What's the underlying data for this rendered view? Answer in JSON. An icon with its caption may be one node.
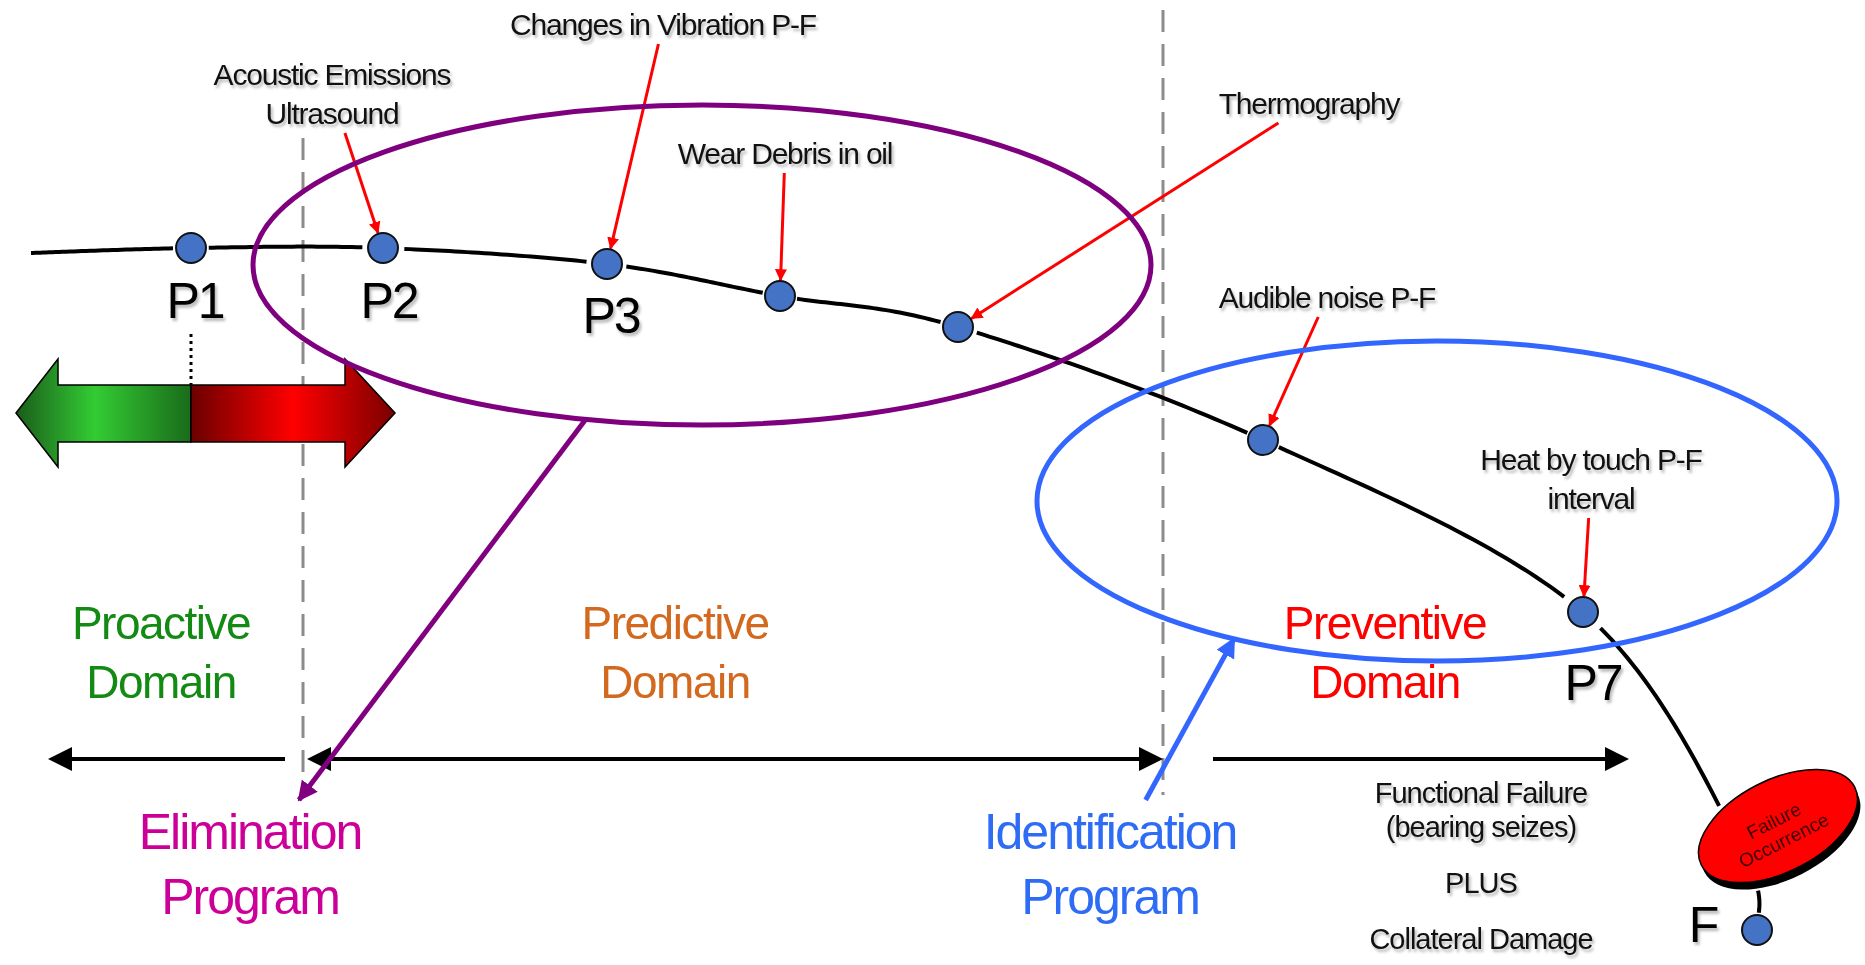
{
  "diagram": {
    "nodes": [
      {
        "text": [
          "Acoustic Emissions Ultrasound"
        ]
      },
      {
        "text": [
          "Changes in Vibration P-F"
        ]
      },
      {
        "text": [],
        "shape": "ellipse"
      },
      {
        "text": [
          "Wear Debris in oil"
        ],
        "in": 2
      },
      {
        "text": [
          "Thermography"
        ]
      },
      {
        "text": [],
        "shape": "circle",
        "beside": [
          "P1"
        ]
      },
      {
        "text": [],
        "shape": "circle",
        "beside": [
          "P2"
        ],
        "in": 2
      },
      {
        "text": [],
        "shape": "circle",
        "beside": [
          "P3"
        ],
        "in": 2
      },
      {
        "text": [],
        "shape": "circle",
        "in": 2
      },
      {
        "text": [],
        "shape": "circle",
        "in": 2
      },
      {
        "text": [
          "Audible noise P-F"
        ]
      },
      {
        "text": [],
        "shape": "ellipse"
      },
      {
        "text": [],
        "shape": "circle",
        "in": 11
      },
      {
        "text": [
          "Heat by touch P-F interval"
        ],
        "in": 11
      },
      {
        "text": [],
        "shape": "circle",
        "beside": [
          "P7"
        ],
        "in": 11
      },
      {
        "text": [
          "Elimination Program"
        ]
      },
      {
        "text": [
          "Identification Program"
        ]
      },
      {
        "text": [
          "Failure Occurrence"
        ]
      },
      {
        "text": [],
        "shape": "circle",
        "beside": [
          "F"
        ]
      }
    ],
    "edges": [
      {
        "from": 0,
        "to": 6,
        "arrow": "to",
        "color": "#ff0000"
      },
      {
        "from": 1,
        "to": 7,
        "arrow": "to",
        "color": "#ff0000"
      },
      {
        "from": 3,
        "to": 8,
        "arrow": "to",
        "color": "#ff0000"
      },
      {
        "from": 4,
        "to": 9,
        "arrow": "to",
        "color": "#ff0000"
      },
      {
        "from": 10,
        "to": 12,
        "arrow": "to",
        "color": "#ff0000"
      },
      {
        "from": 13,
        "to": 14,
        "arrow": "to",
        "color": "#ff0000"
      },
      {
        "from": 2,
        "to": 15,
        "arrow": "to",
        "color": "#800080"
      },
      {
        "from": 16,
        "to": 11,
        "arrow": "to",
        "color": "#3366ff"
      },
      {
        "from": null,
        "to": 5,
        "arrow": "none"
      },
      {
        "from": 5,
        "to": 6,
        "arrow": "none"
      },
      {
        "from": 6,
        "to": 7,
        "arrow": "none"
      },
      {
        "from": 7,
        "to": 8,
        "arrow": "none"
      },
      {
        "from": 8,
        "to": 9,
        "arrow": "none"
      },
      {
        "from": 9,
        "to": 12,
        "arrow": "none"
      },
      {
        "from": 12,
        "to": 14,
        "arrow": "none"
      },
      {
        "from": 14,
        "to": 17,
        "arrow": "none"
      },
      {
        "from": 17,
        "to": 18,
        "arrow": "none"
      }
    ],
    "labels": [
      "Proactive Domain",
      "Predictive Domain",
      "Preventive Domain",
      "Functional Failure (bearing seizes)",
      "PLUS",
      "Collateral Damage"
    ]
  }
}
